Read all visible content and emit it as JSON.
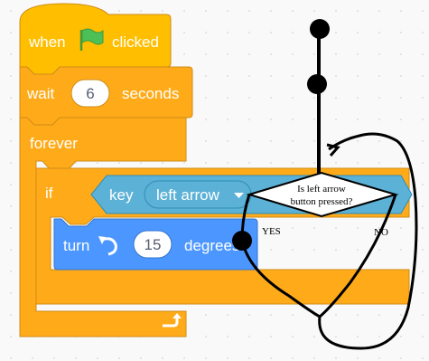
{
  "colors": {
    "background": "#f9f9f9",
    "grid_dot": "#dcdcdc",
    "events_fill": "#ffbf00",
    "control_fill": "#ffab19",
    "control_dark": "#cf8b17",
    "sensing_fill": "#5cb1d6",
    "sensing_dark": "#2e8eb8",
    "motion_fill": "#4c97ff",
    "motion_dark": "#3373cc",
    "flag": "#4cbf56",
    "flowchart_ink": "#000000"
  },
  "blocks": {
    "when_flag": {
      "label_before": "when",
      "label_after": "clicked",
      "icon": "green-flag-icon"
    },
    "wait": {
      "label": "wait",
      "value": "6",
      "unit": "seconds"
    },
    "forever": {
      "label": "forever",
      "icon": "loop-arrow-icon"
    },
    "if": {
      "label": "if"
    },
    "key_pressed": {
      "label": "key",
      "dropdown": "left arrow",
      "icon": "dropdown-caret-icon"
    },
    "turn": {
      "label": "turn",
      "icon": "rotate-left-icon",
      "value": "15",
      "unit": "degrees"
    }
  },
  "flowchart": {
    "decision_line1": "Is left arrow",
    "decision_line2": "button pressed?",
    "yes_label": "YES",
    "no_label": "NO"
  }
}
